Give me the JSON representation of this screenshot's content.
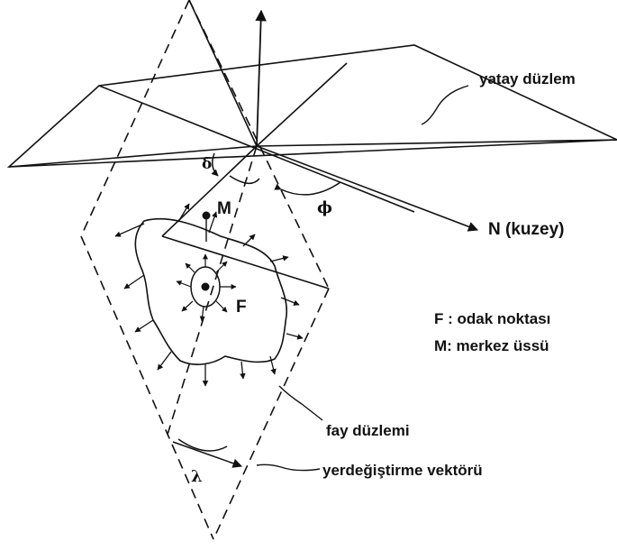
{
  "labels": {
    "horizontal_plane": "yatay düzlem",
    "north": "N (kuzey)",
    "dip": "δ",
    "strike": "ϕ",
    "rake": "λ",
    "epicenter": "M",
    "focus": "F",
    "fault_plane": "fay düzlemi",
    "slip_vector": "yerdeğiştirme vektörü"
  },
  "legend": [
    "F : odak noktası",
    "M: merkez üssü"
  ],
  "colors": {
    "ink": "#111111",
    "background": "#ffffff"
  }
}
